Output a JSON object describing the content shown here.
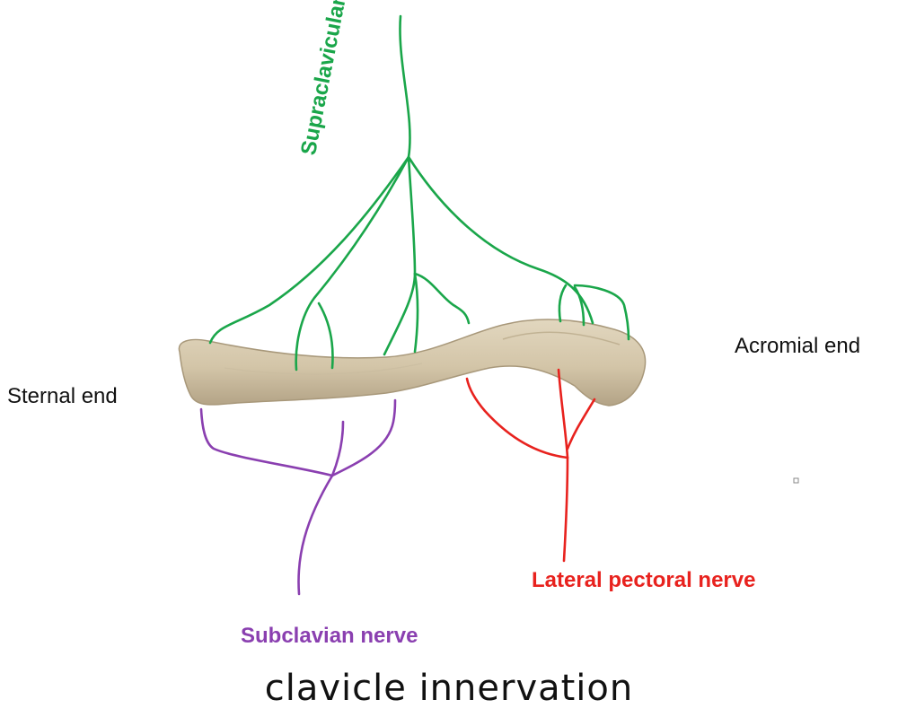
{
  "labels": {
    "sternal_end": "Sternal end",
    "acromial_end": "Acromial end",
    "supraclavicular": "Supraclavicular nerve",
    "lateral_pectoral": "Lateral pectoral nerve",
    "subclavian": "Subclavian nerve"
  },
  "caption": "clavicle innervation",
  "colors": {
    "supraclavicular": "#1aa64a",
    "lateral_pectoral": "#e8221e",
    "subclavian": "#8a3fb0",
    "bone": "#d6c9ad",
    "bone_shadow": "#a8987a"
  }
}
